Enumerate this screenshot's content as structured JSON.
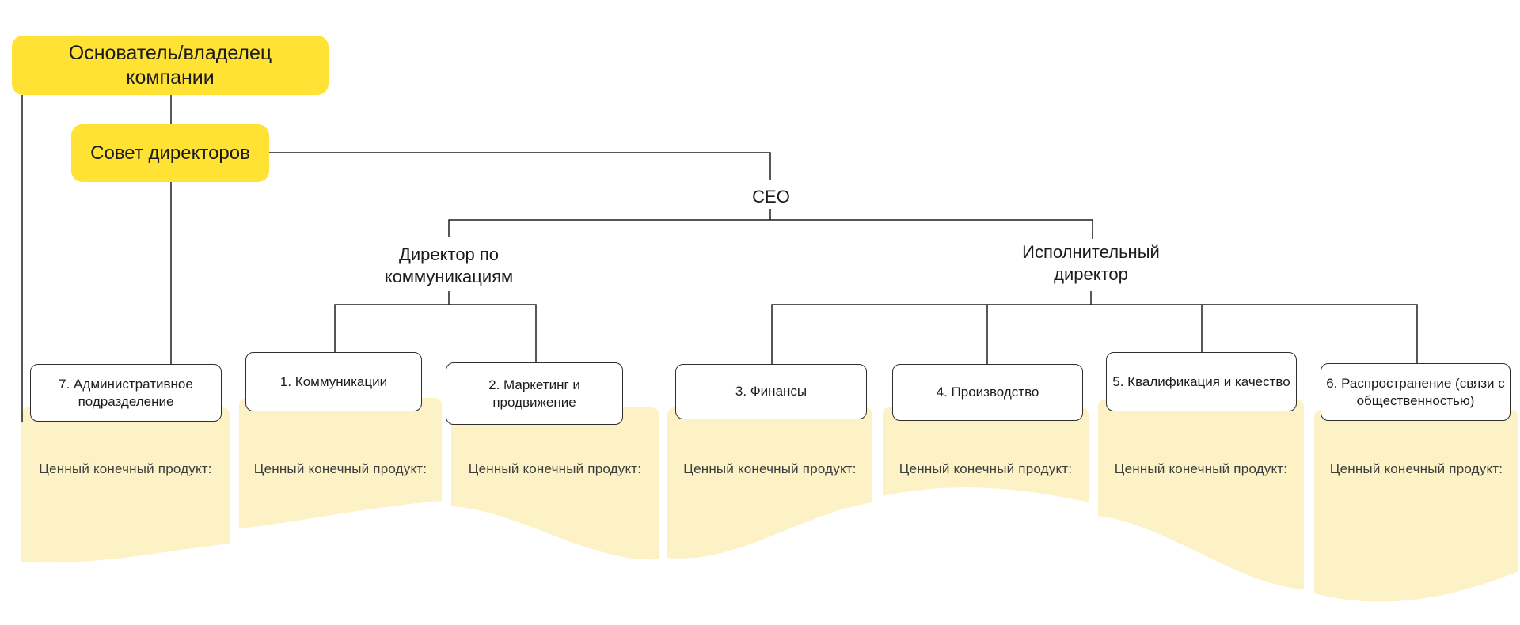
{
  "diagram": {
    "nodes": {
      "founder": {
        "label": "Основатель/владелец компании"
      },
      "board": {
        "label": "Совет директоров"
      },
      "ceo": {
        "label": "CEO"
      },
      "comm_director": {
        "label": "Директор по коммуникациям"
      },
      "executive_director": {
        "label": "Исполнительный директор"
      }
    },
    "departments": [
      {
        "label": "7. Административное подразделение"
      },
      {
        "label": "1. Коммуникации"
      },
      {
        "label": "2. Маркетинг и продвижение"
      },
      {
        "label": "3. Финансы"
      },
      {
        "label": "4. Производство"
      },
      {
        "label": "5. Квалификация и качество"
      },
      {
        "label": "6. Распространение (связи с общественностью)"
      }
    ],
    "vfp_label": "Ценный конечный продукт:",
    "colors": {
      "accent_yellow": "#FFE234",
      "light_yellow": "#FCF2C6",
      "line": "#1f1f1f",
      "text": "#1c1c1c"
    }
  }
}
